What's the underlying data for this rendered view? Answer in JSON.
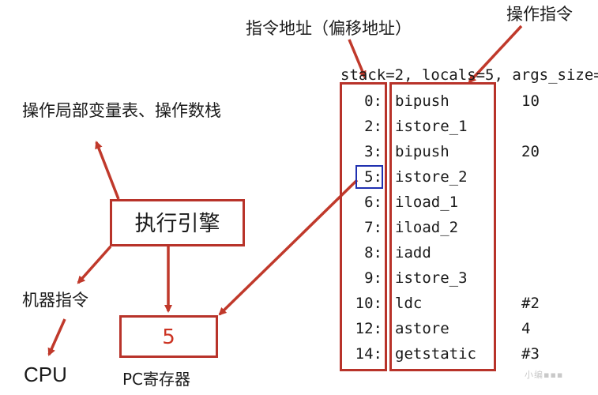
{
  "labels": {
    "operation_instructions": "操作指令",
    "instruction_address": "指令地址（偏移地址）",
    "local_vars_and_stack": "操作局部变量表、操作数栈",
    "execution_engine": "执行引擎",
    "machine_instructions": "机器指令",
    "cpu": "CPU",
    "pc_register_label": "PC寄存器",
    "pc_register_value": "5"
  },
  "bytecode": {
    "header": "stack=2, locals=5, args_size=",
    "rows": [
      {
        "offset": "0:",
        "opcode": "bipush",
        "arg": "10"
      },
      {
        "offset": "2:",
        "opcode": "istore_1",
        "arg": ""
      },
      {
        "offset": "3:",
        "opcode": "bipush",
        "arg": "20"
      },
      {
        "offset": "5:",
        "opcode": "istore_2",
        "arg": ""
      },
      {
        "offset": "6:",
        "opcode": "iload_1",
        "arg": ""
      },
      {
        "offset": "7:",
        "opcode": "iload_2",
        "arg": ""
      },
      {
        "offset": "8:",
        "opcode": "iadd",
        "arg": ""
      },
      {
        "offset": "9:",
        "opcode": "istore_3",
        "arg": ""
      },
      {
        "offset": "10:",
        "opcode": "ldc",
        "arg": "#2"
      },
      {
        "offset": "12:",
        "opcode": "astore",
        "arg": "4"
      },
      {
        "offset": "14:",
        "opcode": "getstatic",
        "arg": "#3"
      }
    ]
  },
  "watermark": "小编▪▪▪",
  "colors": {
    "arrow": "#c0392b",
    "box": "#b8332a",
    "highlight": "#2030b0"
  }
}
